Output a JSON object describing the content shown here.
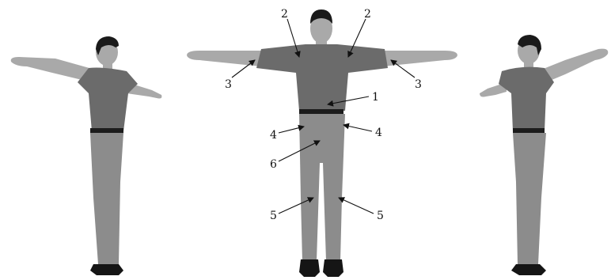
{
  "figure": {
    "views": [
      {
        "id": "left-view"
      },
      {
        "id": "front-view"
      },
      {
        "id": "right-view"
      }
    ],
    "callouts": [
      {
        "label": "1"
      },
      {
        "label": "2"
      },
      {
        "label": "2"
      },
      {
        "label": "3"
      },
      {
        "label": "3"
      },
      {
        "label": "4"
      },
      {
        "label": "4"
      },
      {
        "label": "6"
      },
      {
        "label": "5"
      },
      {
        "label": "5"
      }
    ],
    "colors": {
      "skin": "#a9a9a9",
      "shirt": "#6b6b6b",
      "pants": "#8c8c8c",
      "belt": "#1c1c1c",
      "hair": "#1a1a1a",
      "shoes": "#151515",
      "leader": "#111111"
    }
  }
}
